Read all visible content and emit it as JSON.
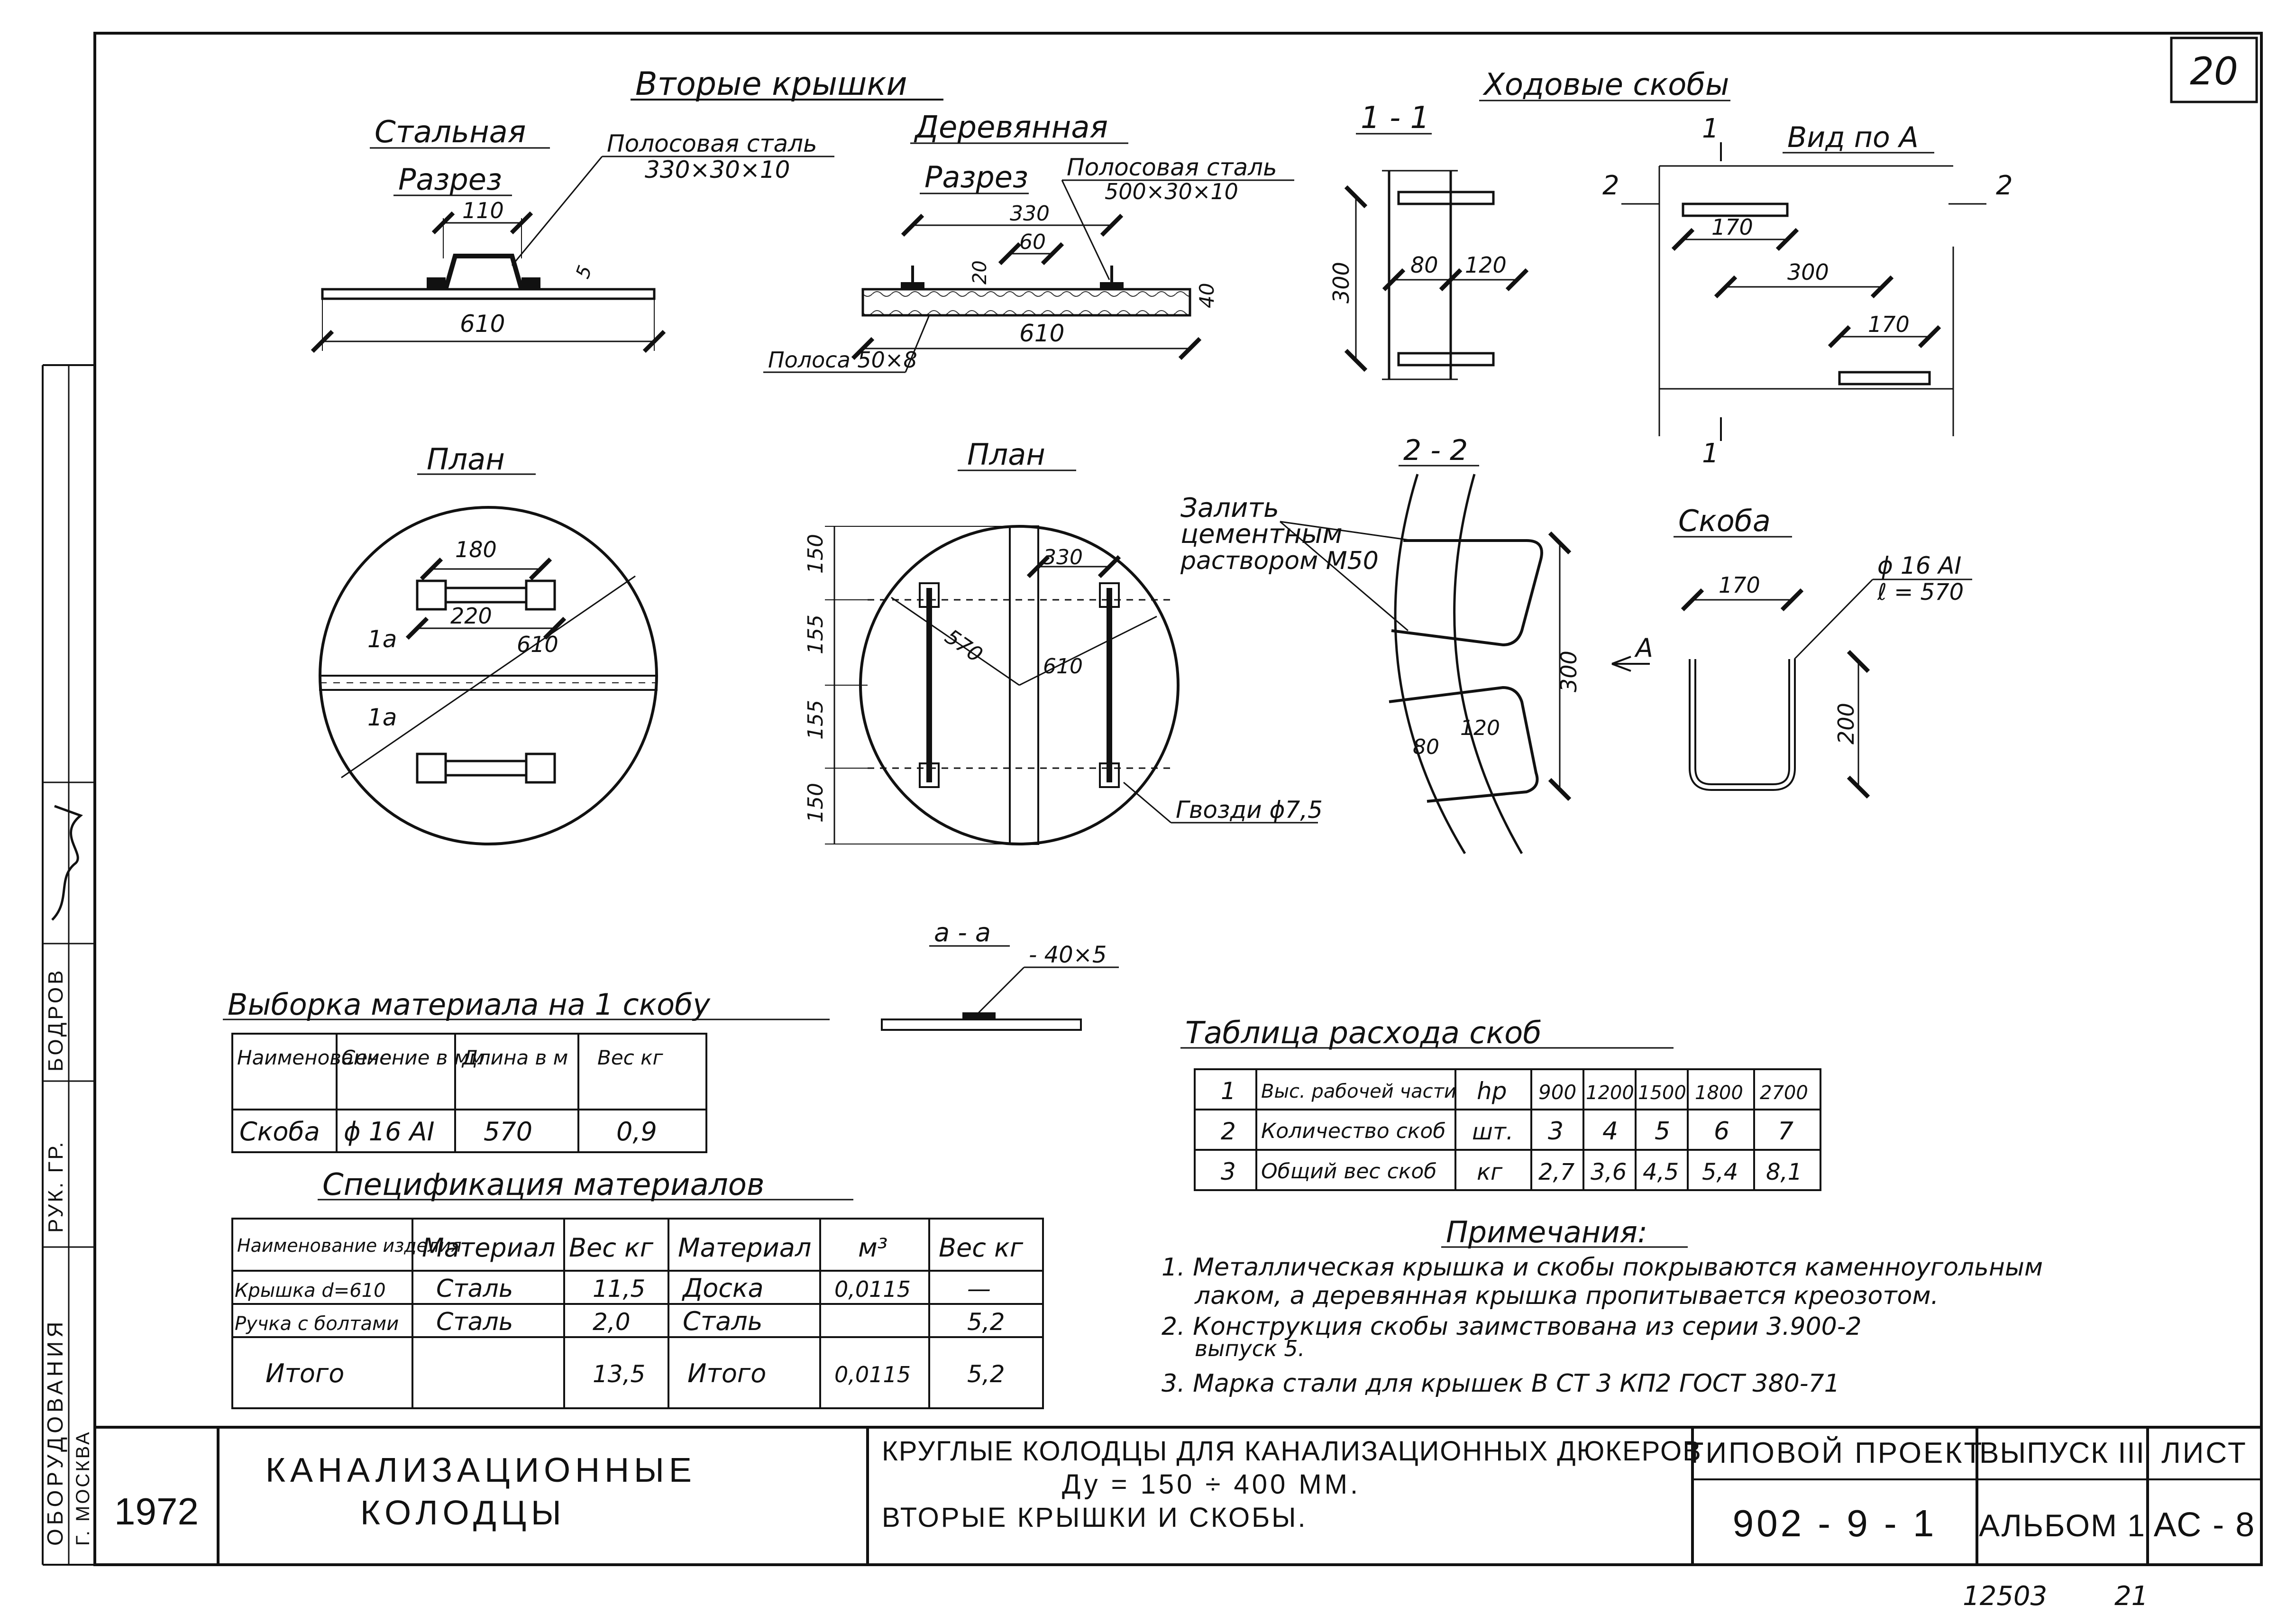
{
  "sheet": {
    "number": "20",
    "inventory_left": "12503",
    "inventory_right": "21"
  },
  "side_stamp": {
    "org": "ОБОРУДОВАНИЯ",
    "city": "Г. МОСКВА",
    "role": "РУК. ГР.",
    "name": "БОДРОВ"
  },
  "caps": {
    "title": "Вторые крышки",
    "steel": {
      "title": "Стальная",
      "section": "Разрез",
      "strip_note_1": "Полосовая сталь",
      "strip_note_2": "330×30×10",
      "dim_110": "110",
      "dim_5": "5",
      "dim_610": "610",
      "plan": "План",
      "dim_180": "180",
      "dim_220": "220",
      "dim_610_diag": "610",
      "cut_a": "1a"
    },
    "wood": {
      "title": "Деревянная",
      "section": "Разрез",
      "strip_note_1": "Полосовая сталь",
      "strip_note_2": "500×30×10",
      "dim_330": "330",
      "dim_60": "60",
      "dim_20": "20",
      "dim_40": "40",
      "dim_610": "610",
      "strip_note": "Полоса 50×8",
      "plan": "План",
      "dim_plan_330": "330",
      "dim_570": "570",
      "dim_plan_610": "610",
      "v_dims": [
        "150",
        "155",
        "155",
        "150"
      ],
      "nails": "Гвозди ϕ7,5"
    }
  },
  "section_aa": {
    "title": "a - a",
    "dim": "- 40×5"
  },
  "rungs": {
    "title": "Ходовые скобы",
    "sec_11": "1 - 1",
    "dim_300": "300",
    "dim_80": "80",
    "dim_120": "120",
    "view_a": "Вид по А",
    "mark_1": "1",
    "mark_2": "2",
    "dim_va_170": "170",
    "dim_va_300": "300",
    "dim_va_170b": "170",
    "sec_22": "2 - 2",
    "grout_1": "Залить",
    "grout_2": "цементным",
    "grout_3": "раствором М50",
    "dim_22_300": "300",
    "dim_22_80": "80",
    "dim_22_120": "120",
    "arrow_a": "А",
    "bracket_title": "Скоба",
    "bracket_dim_170": "170",
    "bracket_bar": "ϕ 16 АI",
    "bracket_len": "ℓ = 570",
    "bracket_dim_200": "200"
  },
  "material_sample": {
    "title": "Выборка материала на 1 скобу",
    "headers": [
      "Наименование",
      "Сечение в мм",
      "Длина в м",
      "Вес кг"
    ],
    "row": [
      "Скоба",
      "ϕ 16 АI",
      "570",
      "0,9"
    ]
  },
  "spec": {
    "title": "Спецификация материалов",
    "left_headers": [
      "Наименование изделия",
      "Материал",
      "Вес кг"
    ],
    "left_rows": [
      [
        "Крышка d=610",
        "Сталь",
        "11,5"
      ],
      [
        "Ручка с болтами",
        "Сталь",
        "2,0"
      ],
      [
        "Итого",
        "",
        "13,5"
      ]
    ],
    "right_headers": [
      "Материал",
      "м³",
      "Вес кг"
    ],
    "right_rows": [
      [
        "Доска",
        "0,0115",
        "—"
      ],
      [
        "Сталь",
        "",
        "5,2"
      ],
      [
        "Итого",
        "0,0115",
        "5,2"
      ]
    ]
  },
  "consumption": {
    "title": "Таблица расхода скоб",
    "rows": [
      [
        "1",
        "Выс. рабочей части",
        "hр",
        "900",
        "1200",
        "1500",
        "1800",
        "2700"
      ],
      [
        "2",
        "Количество скоб",
        "шт.",
        "3",
        "4",
        "5",
        "6",
        "7"
      ],
      [
        "3",
        "Общий вес скоб",
        "кг",
        "2,7",
        "3,6",
        "4,5",
        "5,4",
        "8,1"
      ]
    ]
  },
  "notes": {
    "title": "Примечания:",
    "n1a": "1. Металлическая крышка и скобы покрываются каменноугольным",
    "n1b": "лаком, а деревянная крышка пропитывается креозотом.",
    "n2a": "2. Конструкция скобы заимствована из серии 3.900-2",
    "n2b": "выпуск 5.",
    "n3": "3. Марка стали для крышек В СТ 3 КП2 ГОСТ 380-71"
  },
  "title_block": {
    "year": "1972",
    "name_1": "КАНАЛИЗАЦИОННЫЕ",
    "name_2": "КОЛОДЦЫ",
    "desc_1": "КРУГЛЫЕ КОЛОДЦЫ ДЛЯ КАНАЛИЗАЦИОННЫХ ДЮКЕРОВ",
    "desc_2": "Ду = 150 ÷ 400 ММ.",
    "desc_3": "ВТОРЫЕ КРЫШКИ И СКОБЫ.",
    "project_label": "ТИПОВОЙ ПРОЕКТ",
    "project_no": "902 - 9 - 1",
    "issue_label": "ВЫПУСК III",
    "album": "АЛЬБОМ 1",
    "sheet_label": "ЛИСТ",
    "sheet_code": "АС - 8"
  }
}
